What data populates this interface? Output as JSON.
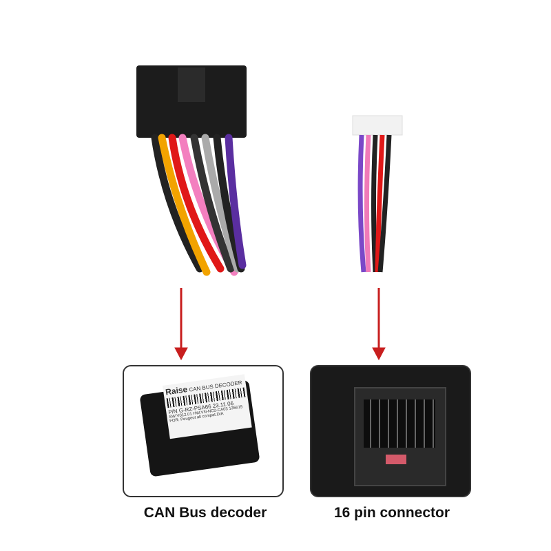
{
  "decoder": {
    "caption": "CAN Bus decoder",
    "label": {
      "brand": "Raise",
      "title": "CAN BUS DECODER",
      "part_no": "P/N G-RZ-PSA66",
      "date": "23.11.06",
      "line3": "SW:V012.01 HW:VN-NC0-CA03 135615",
      "line4": "FOR: Peugeot all compat.DIA"
    }
  },
  "connector": {
    "caption": "16 pin connector"
  },
  "colors": {
    "arrow": "#c81e1e",
    "panel_border": "#333333",
    "connector_body": "#1a1a1a"
  }
}
